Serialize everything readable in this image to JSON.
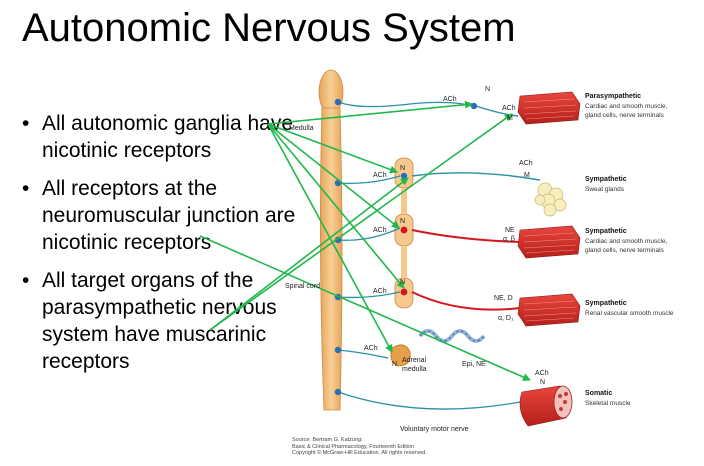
{
  "slide": {
    "title": "Autonomic Nervous System",
    "bullets": [
      "All autonomic ganglia have nicotinic receptors",
      "All receptors at the neuromuscular junction are nicotinic receptors",
      "All target organs of the parasympathetic nervous system have muscarinic receptors"
    ]
  },
  "diagram": {
    "labels": {
      "medulla": "Medulla",
      "spinal_cord": "Spinal cord",
      "voluntary_motor_nerve": "Voluntary motor nerve",
      "adrenal_medulla_1": "Adrenal",
      "adrenal_medulla_2": "medulla",
      "epi_ne": "Epi, NE"
    },
    "transmitters": {
      "ach": "ACh",
      "n": "N",
      "m": "M",
      "ne": "NE",
      "alpha_beta": "α, β",
      "ne_d": "NE, D",
      "alpha_d1": "α, D₁"
    },
    "organs": [
      {
        "heading": "Parasympathetic",
        "line1": "Cardiac and smooth muscle,",
        "line2": "gland cells, nerve terminals"
      },
      {
        "heading": "Sympathetic",
        "line1": "Sweat glands",
        "line2": ""
      },
      {
        "heading": "Sympathetic",
        "line1": "Cardiac and smooth muscle,",
        "line2": "gland cells, nerve terminals"
      },
      {
        "heading": "Sympathetic",
        "line1": "Renal vascular smooth muscle",
        "line2": ""
      },
      {
        "heading": "Somatic",
        "line1": "Skeletal muscle",
        "line2": ""
      }
    ],
    "source": [
      "Source: Bertram G. Katzung:",
      "Basic & Clinical Pharmacology, Fourteenth Edition",
      "Copyright © McGraw-Hill Education. All rights reserved."
    ],
    "colors": {
      "arrow": "#1fb84a",
      "nerve": "#2a8fa8",
      "adrenergic_nerve": "#d4161d",
      "spine": "#f3c07f",
      "muscle": "#d3302a"
    }
  }
}
